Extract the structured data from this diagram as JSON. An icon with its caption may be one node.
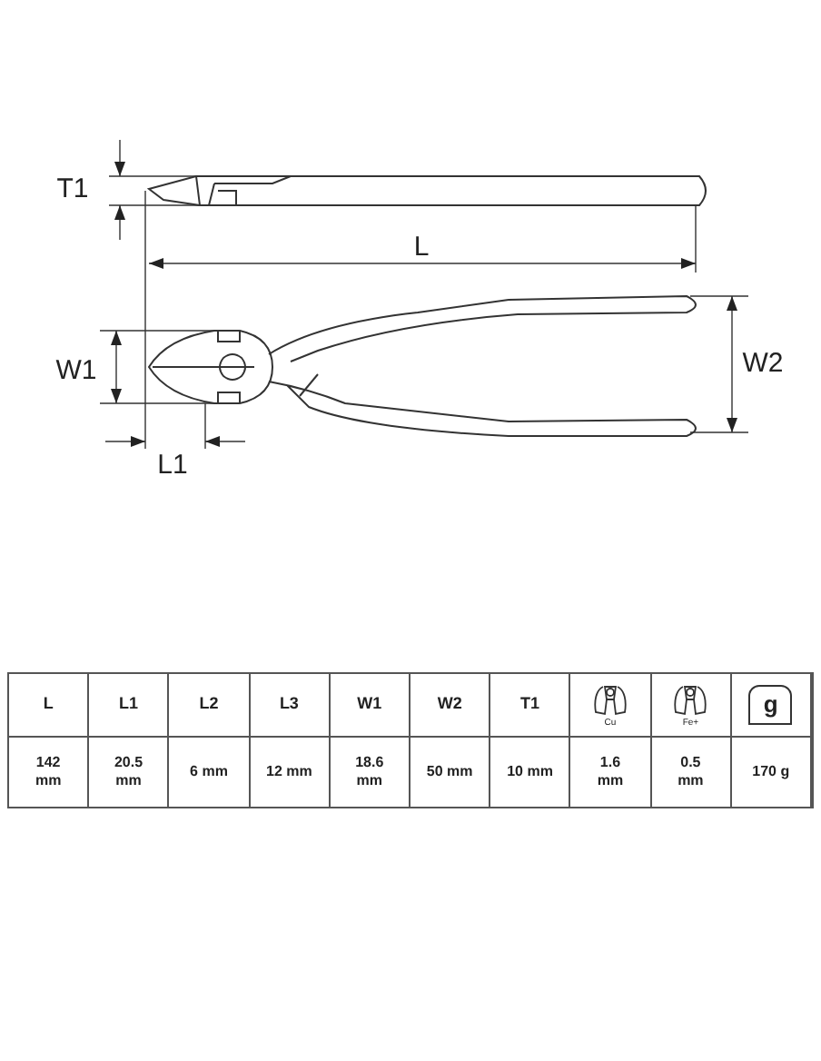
{
  "diagram": {
    "labels": [
      "T1",
      "L",
      "W1",
      "W2",
      "L1",
      "L",
      "L1",
      "L2",
      "L3",
      "W1",
      "W2",
      "T1",
      "Cu",
      "Fe+",
      "g",
      "142 mm",
      "20.5 mm",
      "6 mm",
      "12 mm",
      "18.6 mm",
      "50 mm",
      "10 mm",
      "1.6 mm",
      "0.5 mm",
      "170 g"
    ]
  }
}
